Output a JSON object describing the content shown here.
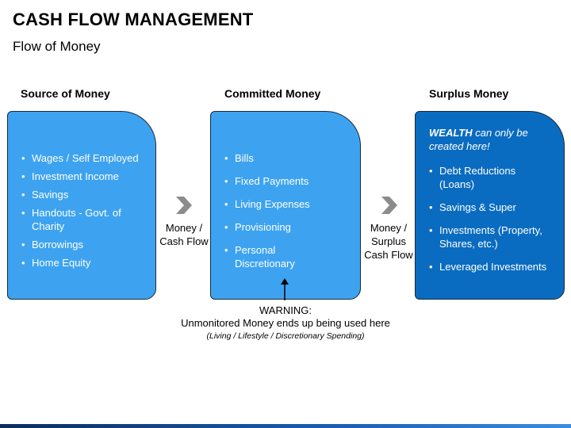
{
  "header": {
    "title": "CASH FLOW MANAGEMENT",
    "subtitle": "Flow of Money"
  },
  "columns": [
    {
      "heading": "Source of Money",
      "items": [
        "Wages / Self Employed",
        "Investment Income",
        "Savings",
        "Handouts - Govt. of Charity",
        "Borrowings",
        "Home Equity"
      ]
    },
    {
      "heading": "Committed Money",
      "items": [
        "Bills",
        "Fixed Payments",
        "Living Expenses",
        "Provisioning",
        "Personal Discretionary"
      ]
    },
    {
      "heading": "Surplus Money",
      "lead_strong": "WEALTH",
      "lead_rest": " can only be created here!",
      "items": [
        "Debt Reductions (Loans)",
        "Savings & Super",
        "Investments (Property, Shares, etc.)",
        "Leveraged Investments"
      ]
    }
  ],
  "connectors": [
    {
      "label_line1": "Money /",
      "label_line2": "Cash Flow"
    },
    {
      "label_line1": "Money /",
      "label_line2": "Surplus",
      "label_line3": "Cash Flow"
    }
  ],
  "warning": {
    "title": "WARNING:",
    "line": "Unmonitored Money ends up being used here",
    "sub": "(Living / Lifestyle / Discretionary Spending)"
  },
  "colors": {
    "box_light": "#3da3f0",
    "box_dark": "#0a6cc0",
    "chevron": "#8c8c8c"
  },
  "icons": {
    "bullet": "•",
    "chevron": "chevron-right-icon",
    "arrow": "arrow-up-icon"
  }
}
